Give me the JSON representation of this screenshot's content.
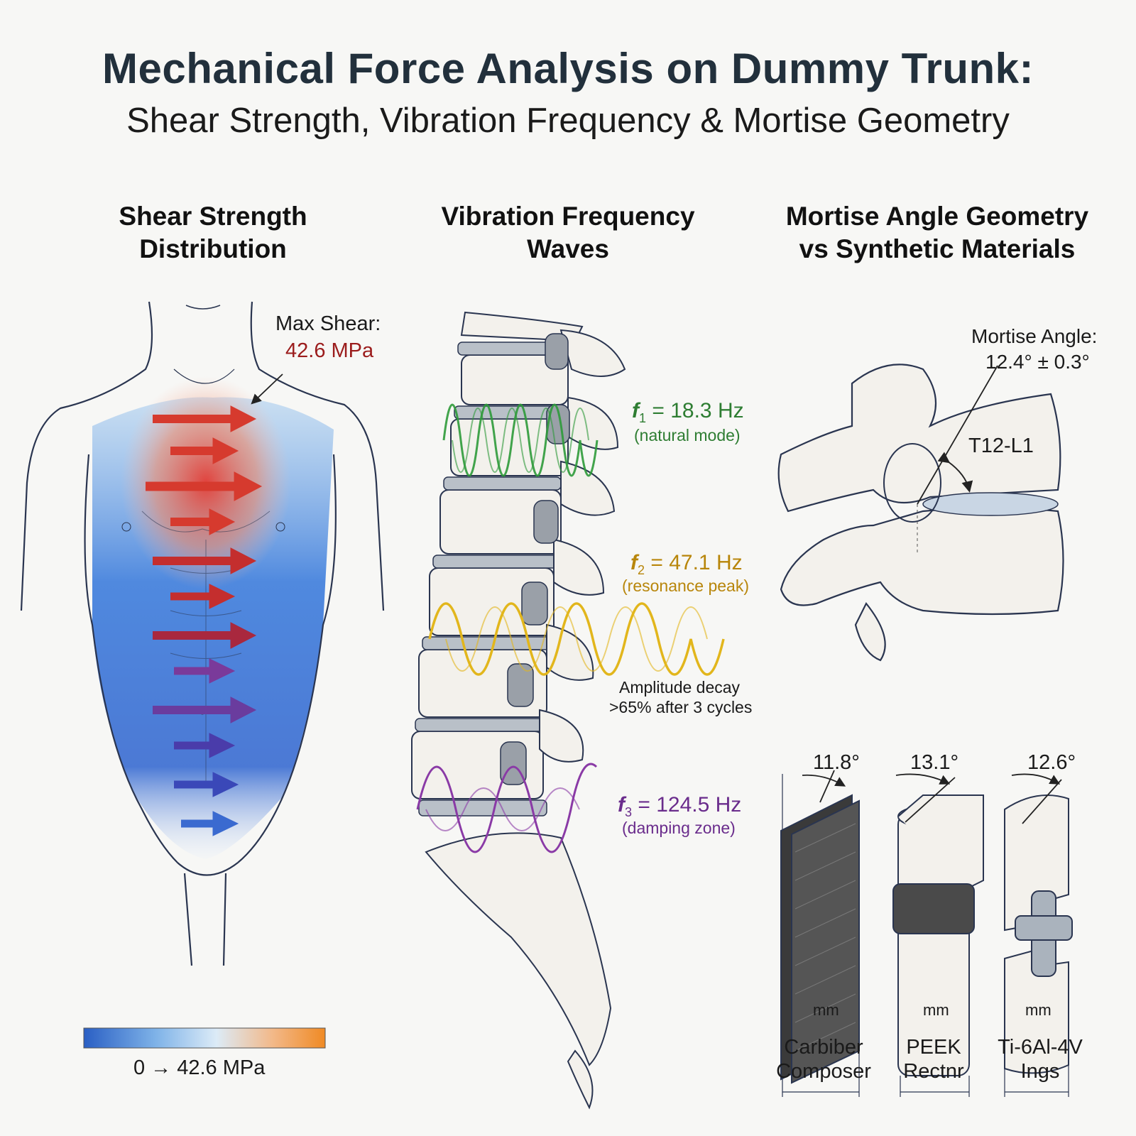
{
  "title": "Mechanical Force Analysis on Dummy Trunk:",
  "subtitle": "Shear Strength, Vibration Frequency & Mortise Geometry",
  "panels": {
    "shear": {
      "heading_line1": "Shear Strength",
      "heading_line2": "Distribution",
      "max_label": "Max Shear:",
      "max_value": "42.6 MPa",
      "scale_label": "0 → 42.6 MPa",
      "scale_colors": [
        "#2a5fc4",
        "#7fb3e8",
        "#dcebf7",
        "#f2b98a",
        "#f08a24"
      ]
    },
    "vibration": {
      "heading_line1": "Vibration Frequency",
      "heading_line2": "Waves",
      "f1": {
        "sym": "f",
        "sub": "1",
        "value": "= 18.3 Hz",
        "note": "(natural mode)",
        "color": "#2e7d32"
      },
      "f2": {
        "sym": "f",
        "sub": "2",
        "value": "= 47.1 Hz",
        "note": "(resonance peak)",
        "color": "#b8860b"
      },
      "decay_line1": "Amplitude decay",
      "decay_line2": ">65% after 3 cycles",
      "f3": {
        "sym": "f",
        "sub": "3",
        "value": "= 124.5 Hz",
        "note": "(damping zone)",
        "color": "#6a2c8c"
      }
    },
    "mortise": {
      "heading_line1": "Mortise Angle Geometry",
      "heading_line2": "vs Synthetic Materials",
      "angle_label": "Mortise Angle:",
      "angle_value": "12.4° ± 0.3°",
      "level": "T12-L1",
      "materials": [
        {
          "angle": "11.8°",
          "unit": "mm",
          "name1": "Carbiber",
          "name2": "Composer"
        },
        {
          "angle": "13.1°",
          "unit": "mm",
          "name1": "PEEK",
          "name2": "Rectnr"
        },
        {
          "angle": "12.6°",
          "unit": "mm",
          "name1": "Ti-6Al-4V",
          "name2": "Ings"
        }
      ]
    }
  }
}
